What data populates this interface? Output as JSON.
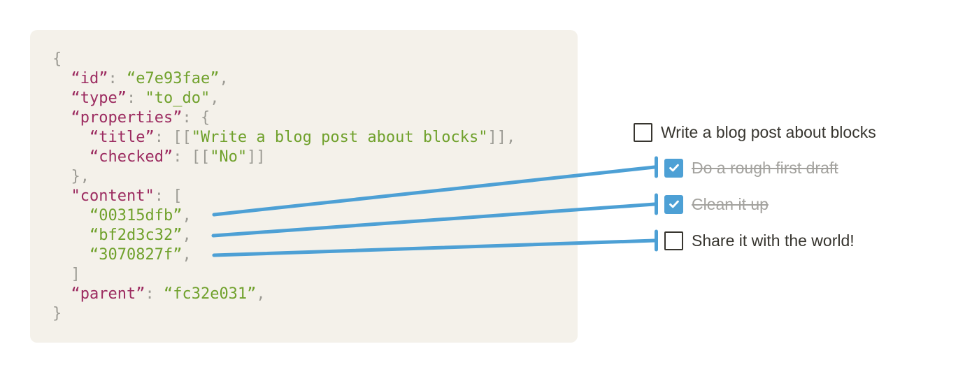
{
  "colors": {
    "panel_bg": "#f4f1ea",
    "code_key": "#9c2b60",
    "code_string": "#70a12c",
    "code_punct": "#9c9b94",
    "connector_blue": "#4da0d5",
    "todo_text_dark": "#37352f",
    "todo_text_completed": "#a3a29e",
    "checkmark_white": "#ffffff"
  },
  "code_block": {
    "lines": [
      {
        "tokens": [
          {
            "t": "punct",
            "v": "{"
          }
        ]
      },
      {
        "tokens": [
          {
            "t": "punct",
            "v": "  "
          },
          {
            "t": "key",
            "v": "“id”"
          },
          {
            "t": "punct",
            "v": ": "
          },
          {
            "t": "str",
            "v": "“e7e93fae”"
          },
          {
            "t": "punct",
            "v": ","
          }
        ]
      },
      {
        "tokens": [
          {
            "t": "punct",
            "v": "  "
          },
          {
            "t": "key",
            "v": "“type”"
          },
          {
            "t": "punct",
            "v": ": "
          },
          {
            "t": "str",
            "v": "\"to_do\""
          },
          {
            "t": "punct",
            "v": ","
          }
        ]
      },
      {
        "tokens": [
          {
            "t": "punct",
            "v": "  "
          },
          {
            "t": "key",
            "v": "“properties”"
          },
          {
            "t": "punct",
            "v": ": {"
          }
        ]
      },
      {
        "tokens": [
          {
            "t": "punct",
            "v": "    "
          },
          {
            "t": "key",
            "v": "“title”"
          },
          {
            "t": "punct",
            "v": ": [["
          },
          {
            "t": "str",
            "v": "\"Write a blog post about blocks\""
          },
          {
            "t": "punct",
            "v": "]],"
          }
        ]
      },
      {
        "tokens": [
          {
            "t": "punct",
            "v": "    "
          },
          {
            "t": "key",
            "v": "“checked”"
          },
          {
            "t": "punct",
            "v": ": [["
          },
          {
            "t": "str",
            "v": "\"No\""
          },
          {
            "t": "punct",
            "v": "]]"
          }
        ]
      },
      {
        "tokens": [
          {
            "t": "punct",
            "v": "  },"
          }
        ]
      },
      {
        "tokens": [
          {
            "t": "punct",
            "v": "  "
          },
          {
            "t": "key",
            "v": "\"content\""
          },
          {
            "t": "punct",
            "v": ": ["
          }
        ]
      },
      {
        "tokens": [
          {
            "t": "punct",
            "v": "    "
          },
          {
            "t": "str",
            "v": "“00315dfb”"
          },
          {
            "t": "punct",
            "v": ","
          }
        ]
      },
      {
        "tokens": [
          {
            "t": "punct",
            "v": "    "
          },
          {
            "t": "str",
            "v": "“bf2d3c32”"
          },
          {
            "t": "punct",
            "v": ","
          }
        ]
      },
      {
        "tokens": [
          {
            "t": "punct",
            "v": "    "
          },
          {
            "t": "str",
            "v": "“3070827f”"
          },
          {
            "t": "punct",
            "v": ","
          }
        ]
      },
      {
        "tokens": [
          {
            "t": "punct",
            "v": "  ]"
          }
        ]
      },
      {
        "tokens": [
          {
            "t": "punct",
            "v": "  "
          },
          {
            "t": "key",
            "v": "“parent”"
          },
          {
            "t": "punct",
            "v": ": "
          },
          {
            "t": "str",
            "v": "“fc32e031”"
          },
          {
            "t": "punct",
            "v": ","
          }
        ]
      },
      {
        "tokens": [
          {
            "t": "punct",
            "v": "}"
          }
        ]
      }
    ]
  },
  "todo_list": {
    "items": [
      {
        "label": "Write a blog post about blocks",
        "checked": false,
        "completed": false
      },
      {
        "label": "Do a rough first draft",
        "checked": true,
        "completed": true
      },
      {
        "label": "Clean it up",
        "checked": true,
        "completed": true
      },
      {
        "label": "Share it with the world!",
        "checked": false,
        "completed": false
      }
    ]
  },
  "connectors": [
    {
      "from": "00315dfb",
      "to": "Do a rough first draft"
    },
    {
      "from": "bf2d3c32",
      "to": "Clean it up"
    },
    {
      "from": "3070827f",
      "to": "Share it with the world!"
    }
  ]
}
